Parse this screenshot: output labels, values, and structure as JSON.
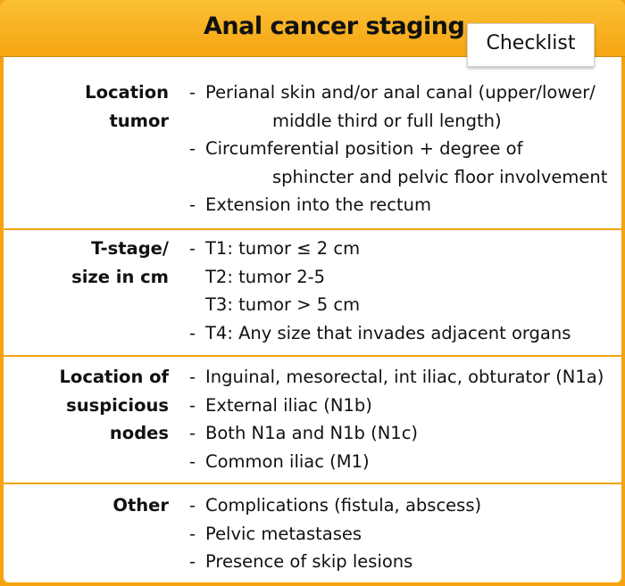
{
  "header": {
    "title": "Anal cancer staging",
    "tag": "Checklist"
  },
  "sections": [
    {
      "label_lines": [
        "Location",
        "tumor"
      ],
      "items": [
        {
          "dash": "-",
          "lines": [
            "Perianal skin and/or anal canal (upper/lower/",
            "middle third or full length)"
          ]
        },
        {
          "dash": "-",
          "lines": [
            "Circumferential position + degree of",
            "sphincter and pelvic floor involvement"
          ]
        },
        {
          "dash": "-",
          "lines": [
            "Extension into the rectum"
          ]
        }
      ]
    },
    {
      "label_lines": [
        "T-stage/",
        "size in cm"
      ],
      "items": [
        {
          "dash": "-",
          "lines": [
            "T1:  tumor ≤ 2 cm"
          ]
        },
        {
          "dash": "",
          "lines": [
            "T2:  tumor 2-5"
          ]
        },
        {
          "dash": "",
          "lines": [
            "T3:  tumor > 5 cm"
          ]
        },
        {
          "dash": "-",
          "lines": [
            "T4:  Any size that invades adjacent organs"
          ]
        }
      ]
    },
    {
      "label_lines": [
        "Location of",
        "suspicious nodes"
      ],
      "items": [
        {
          "dash": "-",
          "lines": [
            "Inguinal, mesorectal, int iliac, obturator (N1a)"
          ]
        },
        {
          "dash": "-",
          "lines": [
            "External iliac (N1b)"
          ]
        },
        {
          "dash": "-",
          "lines": [
            "Both N1a and N1b (N1c)"
          ]
        },
        {
          "dash": "-",
          "lines": [
            "Common iliac (M1)"
          ]
        }
      ]
    },
    {
      "label_lines": [
        "Other"
      ],
      "items": [
        {
          "dash": "-",
          "lines": [
            "Complications (fistula, abscess)"
          ]
        },
        {
          "dash": "-",
          "lines": [
            "Pelvic metastases"
          ]
        },
        {
          "dash": "-",
          "lines": [
            "Presence of skip lesions"
          ]
        }
      ]
    }
  ]
}
